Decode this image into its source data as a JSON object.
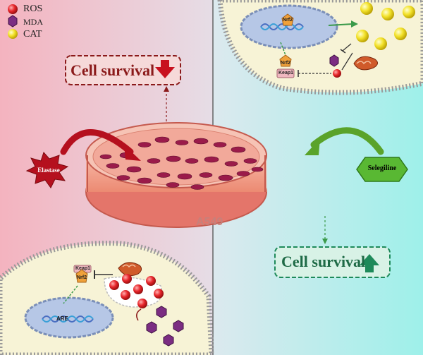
{
  "legend": [
    {
      "label": "ROS",
      "icon": "red-sphere-icon",
      "color": "#e8262b"
    },
    {
      "label": "MDA",
      "icon": "purple-hexagon-icon",
      "color": "#7b2d82"
    },
    {
      "label": "CAT",
      "icon": "yellow-sphere-icon",
      "color": "#f3e22a"
    }
  ],
  "left_panel": {
    "survival_label": "Cell survival",
    "survival_direction": "down",
    "treatment_label": "Elastase",
    "inset": {
      "keap1": "Keap1",
      "nrf2": "Nrf2",
      "are": "ARE"
    }
  },
  "right_panel": {
    "survival_label": "Cell survival",
    "survival_direction": "up",
    "treatment_label": "Selegiline",
    "inset": {
      "nrf2_dna": "Nrf2",
      "nrf2": "Nrf2",
      "keap1": "Keap1"
    }
  },
  "dish_label": "A549",
  "colors": {
    "left_bg": "#f7c9d1",
    "right_bg": "#b5f0ec",
    "red_box": "#8b1a1a",
    "green_box": "#1e8a5a",
    "dish": "#f29c86"
  }
}
